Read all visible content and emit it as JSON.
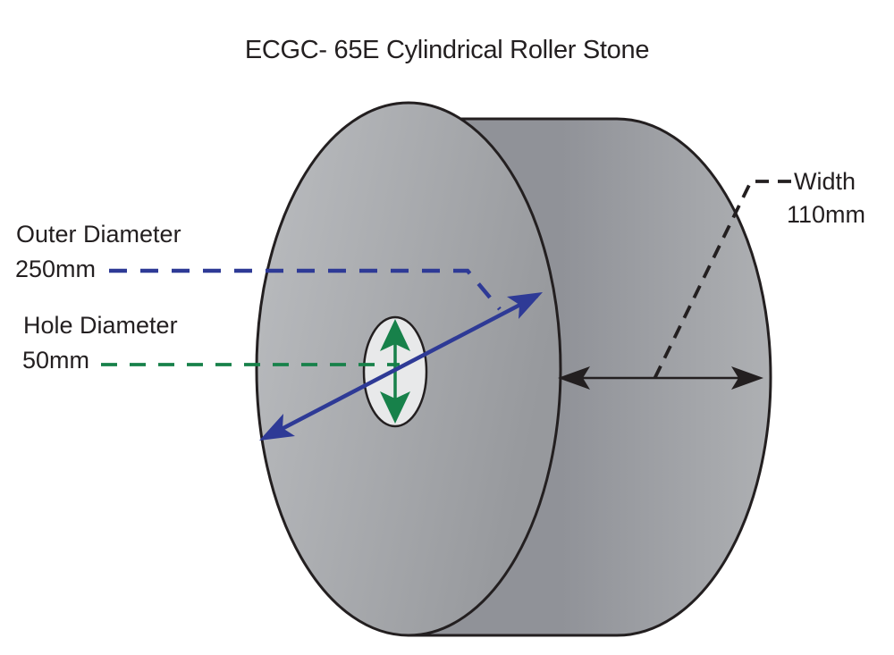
{
  "title": "ECGC- 65E Cylindrical Roller Stone",
  "dimensions": {
    "outer_diameter": {
      "label": "Outer Diameter",
      "value": "250mm"
    },
    "hole_diameter": {
      "label": "Hole Diameter",
      "value": "50mm"
    },
    "width": {
      "label": "Width",
      "value": "110mm"
    }
  },
  "colors": {
    "background": "#ffffff",
    "text": "#231f20",
    "outline": "#231f20",
    "outer-diameter-accent": "#2e3a96",
    "hole-diameter-accent": "#17814a",
    "width-accent": "#231f20",
    "hole-fill": "#e8e9ea",
    "face-light": "#bbbdc0",
    "face-dark": "#97999d",
    "body-dark": "#909298",
    "body-light": "#aeb0b3"
  }
}
